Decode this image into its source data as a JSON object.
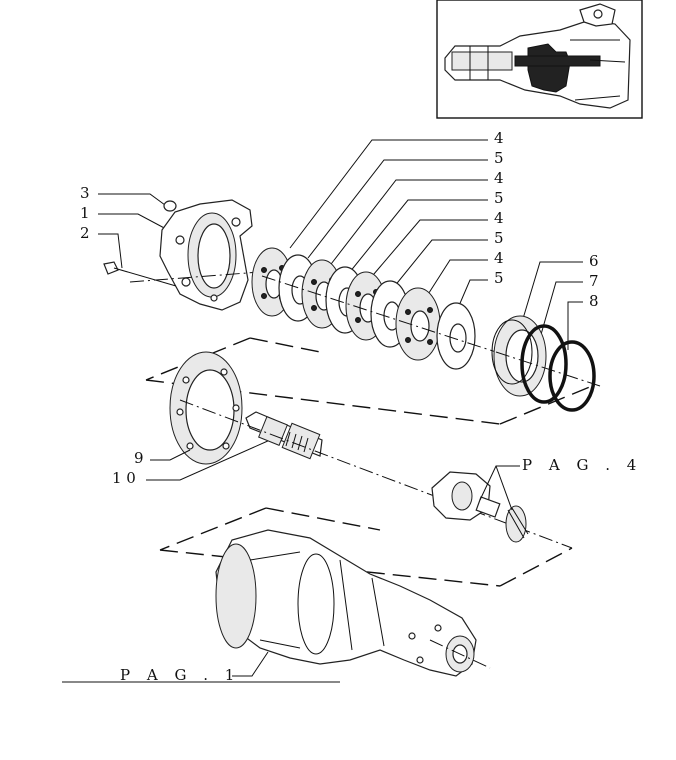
{
  "callouts": {
    "c4a": "4",
    "c5a": "5",
    "c4b": "4",
    "c5b": "5",
    "c4c": "4",
    "c5c": "5",
    "c4d": "4",
    "c5d": "5",
    "c6": "6",
    "c7": "7",
    "c8": "8",
    "c3": "3",
    "c1": "1",
    "c2": "2",
    "c9": "9",
    "c10": "1 0"
  },
  "references": {
    "pag4": "P A G .   4",
    "pag1": "P A G .   1"
  },
  "icons": {
    "inset": "axle-location-inset-icon",
    "hub": "hub-housing-icon",
    "discs": "brake-disc-stack-icon",
    "piston": "brake-piston-icon",
    "seals": "o-ring-seal-icon",
    "flange": "ring-flange-icon",
    "shaft": "splined-shaft-icon",
    "pinion": "pinion-flange-icon",
    "axle": "axle-housing-icon"
  }
}
